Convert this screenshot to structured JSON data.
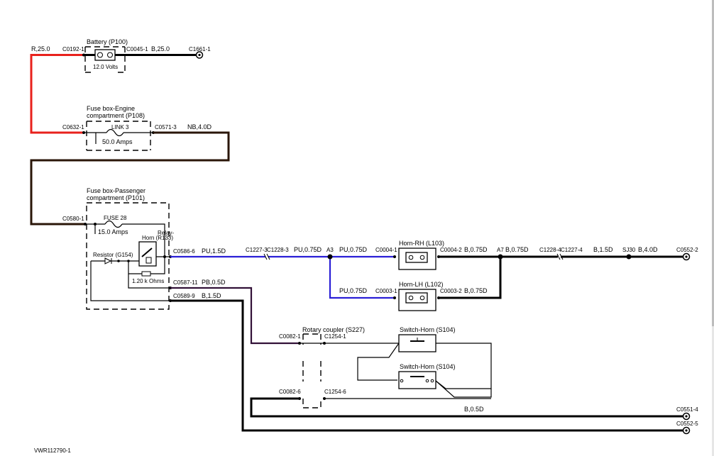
{
  "battery": {
    "title": "Battery (P100)",
    "voltage": "12.0 Volts",
    "left_conn": "C0192-1",
    "right_conn": "C0045-1",
    "left_wire": "R,25.0",
    "right_wire": "B,25.0",
    "ground": "C1661-1"
  },
  "fuse_engine": {
    "title_l1": "Fuse box-Engine",
    "title_l2": "compartment (P108)",
    "link": "LINK 3",
    "rating": "50.0 Amps",
    "left_conn": "C0632-1",
    "right_conn": "C0571-3",
    "out_wire": "NB,4.0D"
  },
  "fuse_pass": {
    "title_l1": "Fuse box-Passenger",
    "title_l2": "compartment (P101)",
    "fuse": "FUSE 28",
    "rating": "15.0 Amps",
    "in_conn": "C0580-1",
    "relay_l1": "Relay-",
    "relay_l2": "Horn (R133)",
    "resistor": "Resistor (G154)",
    "ohms": "1.20 k Ohms",
    "out1_conn": "C0586-6",
    "out1_wire": "PU,1.5D",
    "out2_conn": "C0587-11",
    "out2_wire": "PB,0.5D",
    "out3_conn": "C0589-9",
    "out3_wire": "B,1.5D"
  },
  "horn_feed": {
    "c1": "C1227-3",
    "c2": "C1228-3",
    "wire": "PU,0.75D",
    "splice": "A3",
    "rh_wire": "PU,0.75D",
    "lh_wire": "PU,0.75D"
  },
  "horn_rh": {
    "title": "Horn-RH (L103)",
    "in_conn": "C0004-1",
    "out_conn": "C0004-2",
    "out_wire": "B,0.75D"
  },
  "horn_lh": {
    "title": "Horn-LH (L102)",
    "in_conn": "C0003-1",
    "out_conn": "C0003-2",
    "out_wire": "B,0.75D"
  },
  "ground_path": {
    "splice": "A7",
    "wire1": "B,0.75D",
    "c1": "C1228-4",
    "c2": "C1227-4",
    "wire2": "B,1.5D",
    "splice2": "SJ30",
    "wire3": "B,4.0D",
    "ground": "C0552-2"
  },
  "rotary": {
    "title": "Rotary coupler (S227)",
    "top_left": "C0082-1",
    "top_right": "C1254-1",
    "bot_left": "C0082-6",
    "bot_right": "C1254-6"
  },
  "switch1": {
    "title": "Switch-Horn (S104)"
  },
  "switch2": {
    "title": "Switch-Horn (S104)"
  },
  "bottom": {
    "wire": "B,0.5D",
    "ground1": "C0551-4",
    "ground2": "C0552-5"
  },
  "figure_id": "VWR112790-1",
  "colors": {
    "red_wire": "#e8211c",
    "blue_wire": "#2a1fd6",
    "brown_wire": "#2a1608",
    "pb_wire": "#321138"
  }
}
